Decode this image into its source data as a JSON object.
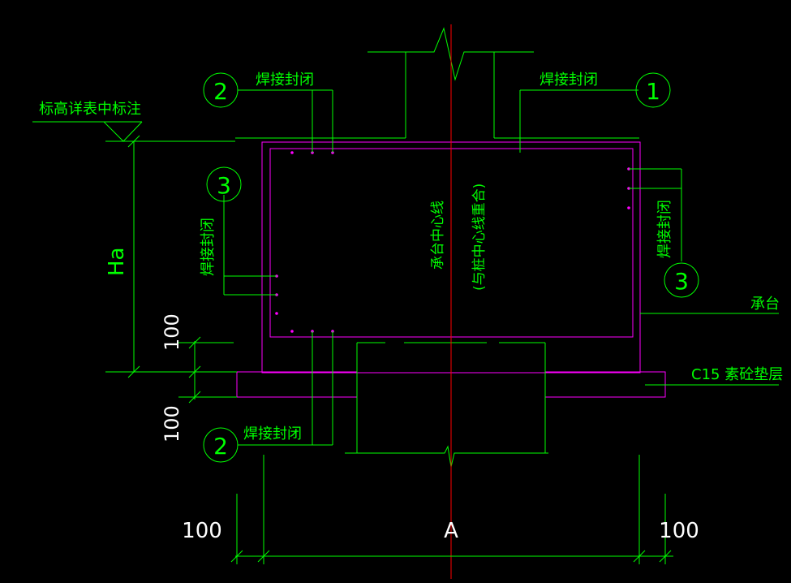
{
  "colors": {
    "background": "#000000",
    "green": "#00ff00",
    "magenta": "#ff00ff",
    "red": "#ff0000",
    "white": "#ffffff"
  },
  "labels": {
    "weld_seal": "焊接封闭",
    "elevation_note": "标高详表中标注",
    "ha": "Ha",
    "cap_centerline": "承台中心线",
    "coincide_note": "(与桩中心线重合)",
    "cap": "承台",
    "cushion": "C15 素砼垫层",
    "dim_100": "100",
    "dim_a": "A"
  },
  "markers": {
    "one": "1",
    "two": "2",
    "three": "3"
  }
}
